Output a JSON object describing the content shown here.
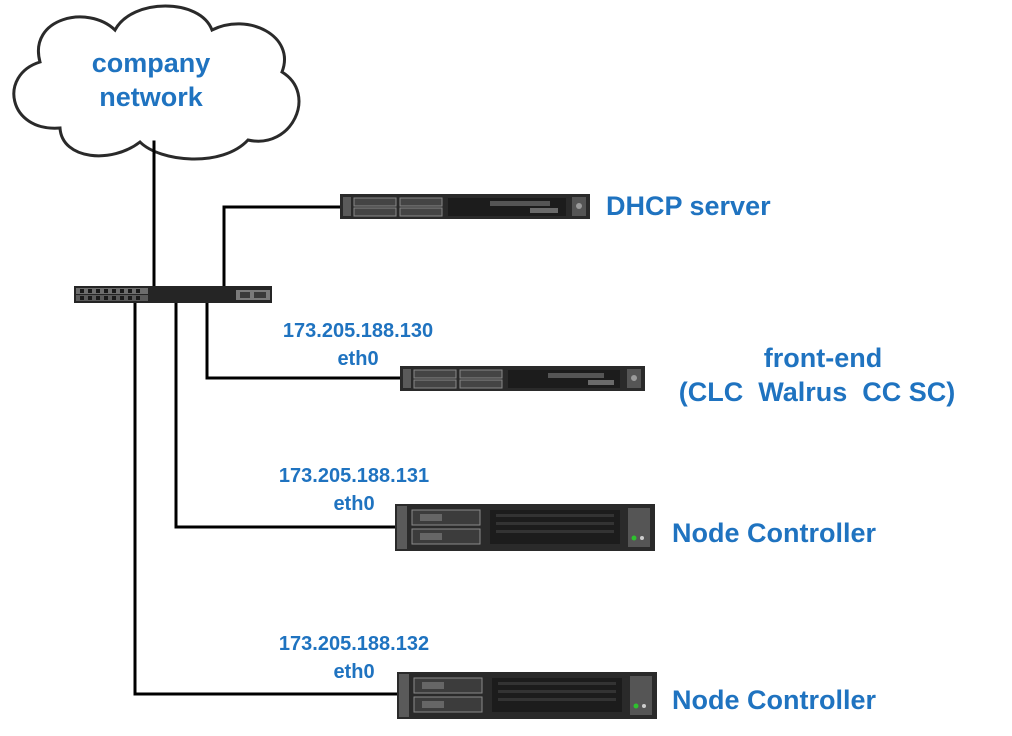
{
  "cloud": {
    "line1": "company",
    "line2": "network"
  },
  "dhcp": {
    "label": "DHCP server"
  },
  "frontend": {
    "ip": "173.205.188.130",
    "iface": "eth0",
    "line1": "front-end",
    "line2": "(CLC  Walrus  CC SC)"
  },
  "nodes": [
    {
      "ip": "173.205.188.131",
      "iface": "eth0",
      "label": "Node Controller"
    },
    {
      "ip": "173.205.188.132",
      "iface": "eth0",
      "label": "Node Controller"
    }
  ],
  "colors": {
    "label": "#1f73c0",
    "wire": "#000000",
    "server": "#2a2a2a",
    "switch": "#252525"
  }
}
